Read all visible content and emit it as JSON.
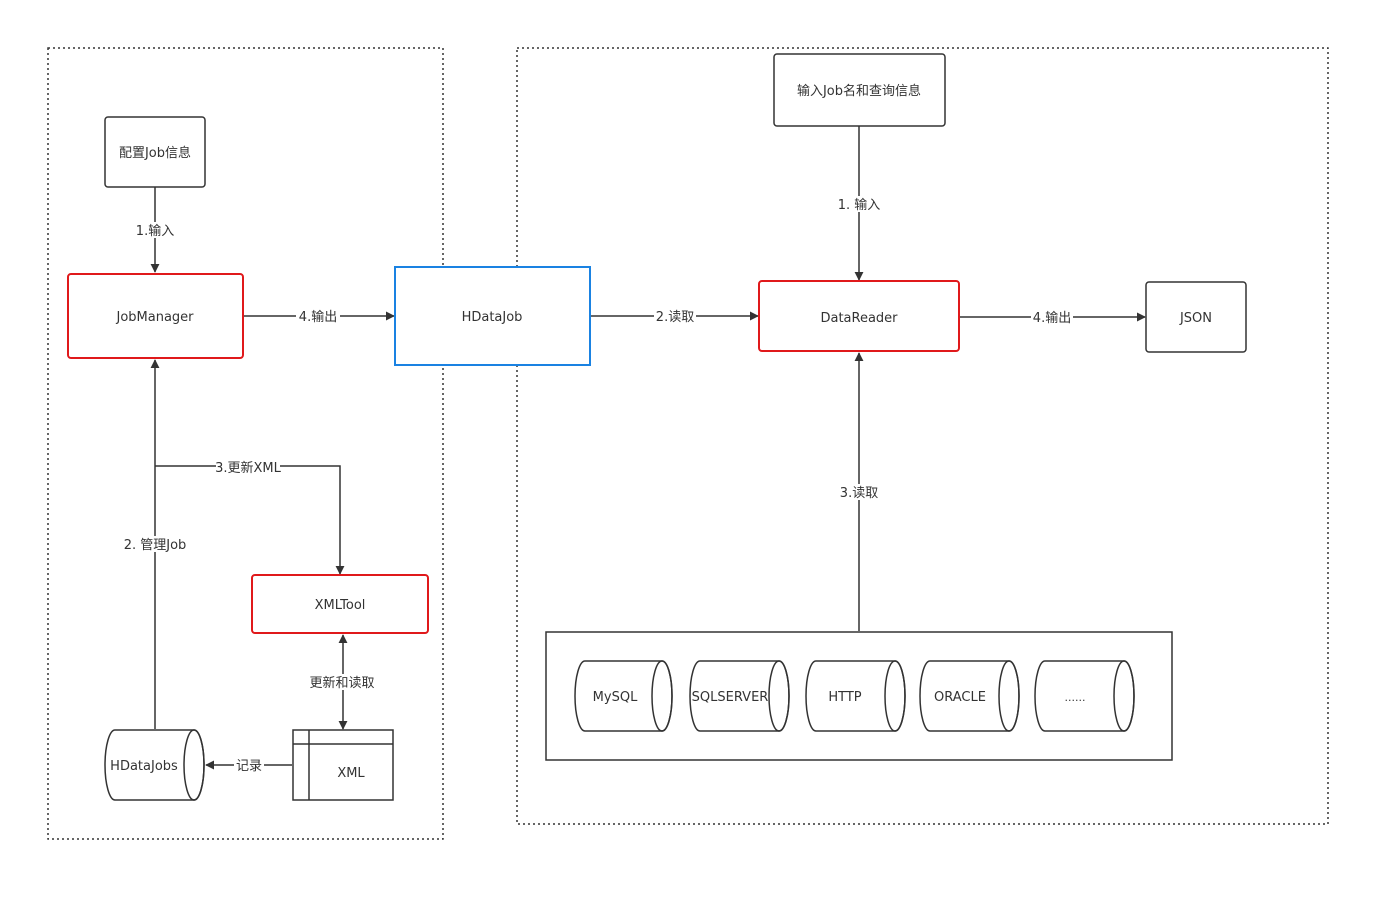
{
  "colors": {
    "stroke_default": "#333333",
    "stroke_highlight_red": "#e0191b",
    "stroke_highlight_blue": "#1a82e2",
    "background": "#ffffff"
  },
  "nodes": {
    "config_job_info": "配置Job信息",
    "job_manager": "JobManager",
    "hdatajob": "HDataJob",
    "xml_tool": "XMLTool",
    "hdatajobs_db": "HDataJobs",
    "xml_doc": "XML",
    "input_job_query": "输入Job名和查询信息",
    "data_reader": "DataReader",
    "json_out": "JSON",
    "sources": [
      "MySQL",
      "SQLSERVER",
      "HTTP",
      "ORACLE",
      "......"
    ]
  },
  "edges": {
    "input_1": "1.输入",
    "output_4_left": "4.输出",
    "update_xml_3": "3.更新XML",
    "manage_job_2": "2. 管理Job",
    "update_and_read": "更新和读取",
    "record": "记录",
    "input_1_right": "1. 输入",
    "read_2": "2.读取",
    "output_4_right": "4.输出",
    "read_3": "3.读取"
  }
}
